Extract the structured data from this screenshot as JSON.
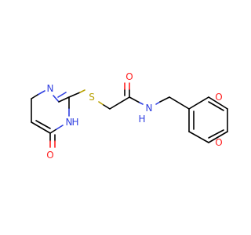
{
  "colors": {
    "carbon_bond": "#000000",
    "nitrogen": "#2f3fe0",
    "oxygen": "#ff2020",
    "sulfur": "#b8a000",
    "background": "#ffffff"
  },
  "atoms": {
    "o_carbonyl_amide": "O",
    "n_amide": "N",
    "h_amide": "H",
    "s_thioether": "S",
    "n_pyrimidine_top": "N",
    "n_pyrimidine_nh": "N",
    "h_pyrimidine_nh": "H",
    "o_pyrimidinone": "O",
    "o_dioxole_top": "O",
    "o_dioxole_bottom": "O"
  }
}
